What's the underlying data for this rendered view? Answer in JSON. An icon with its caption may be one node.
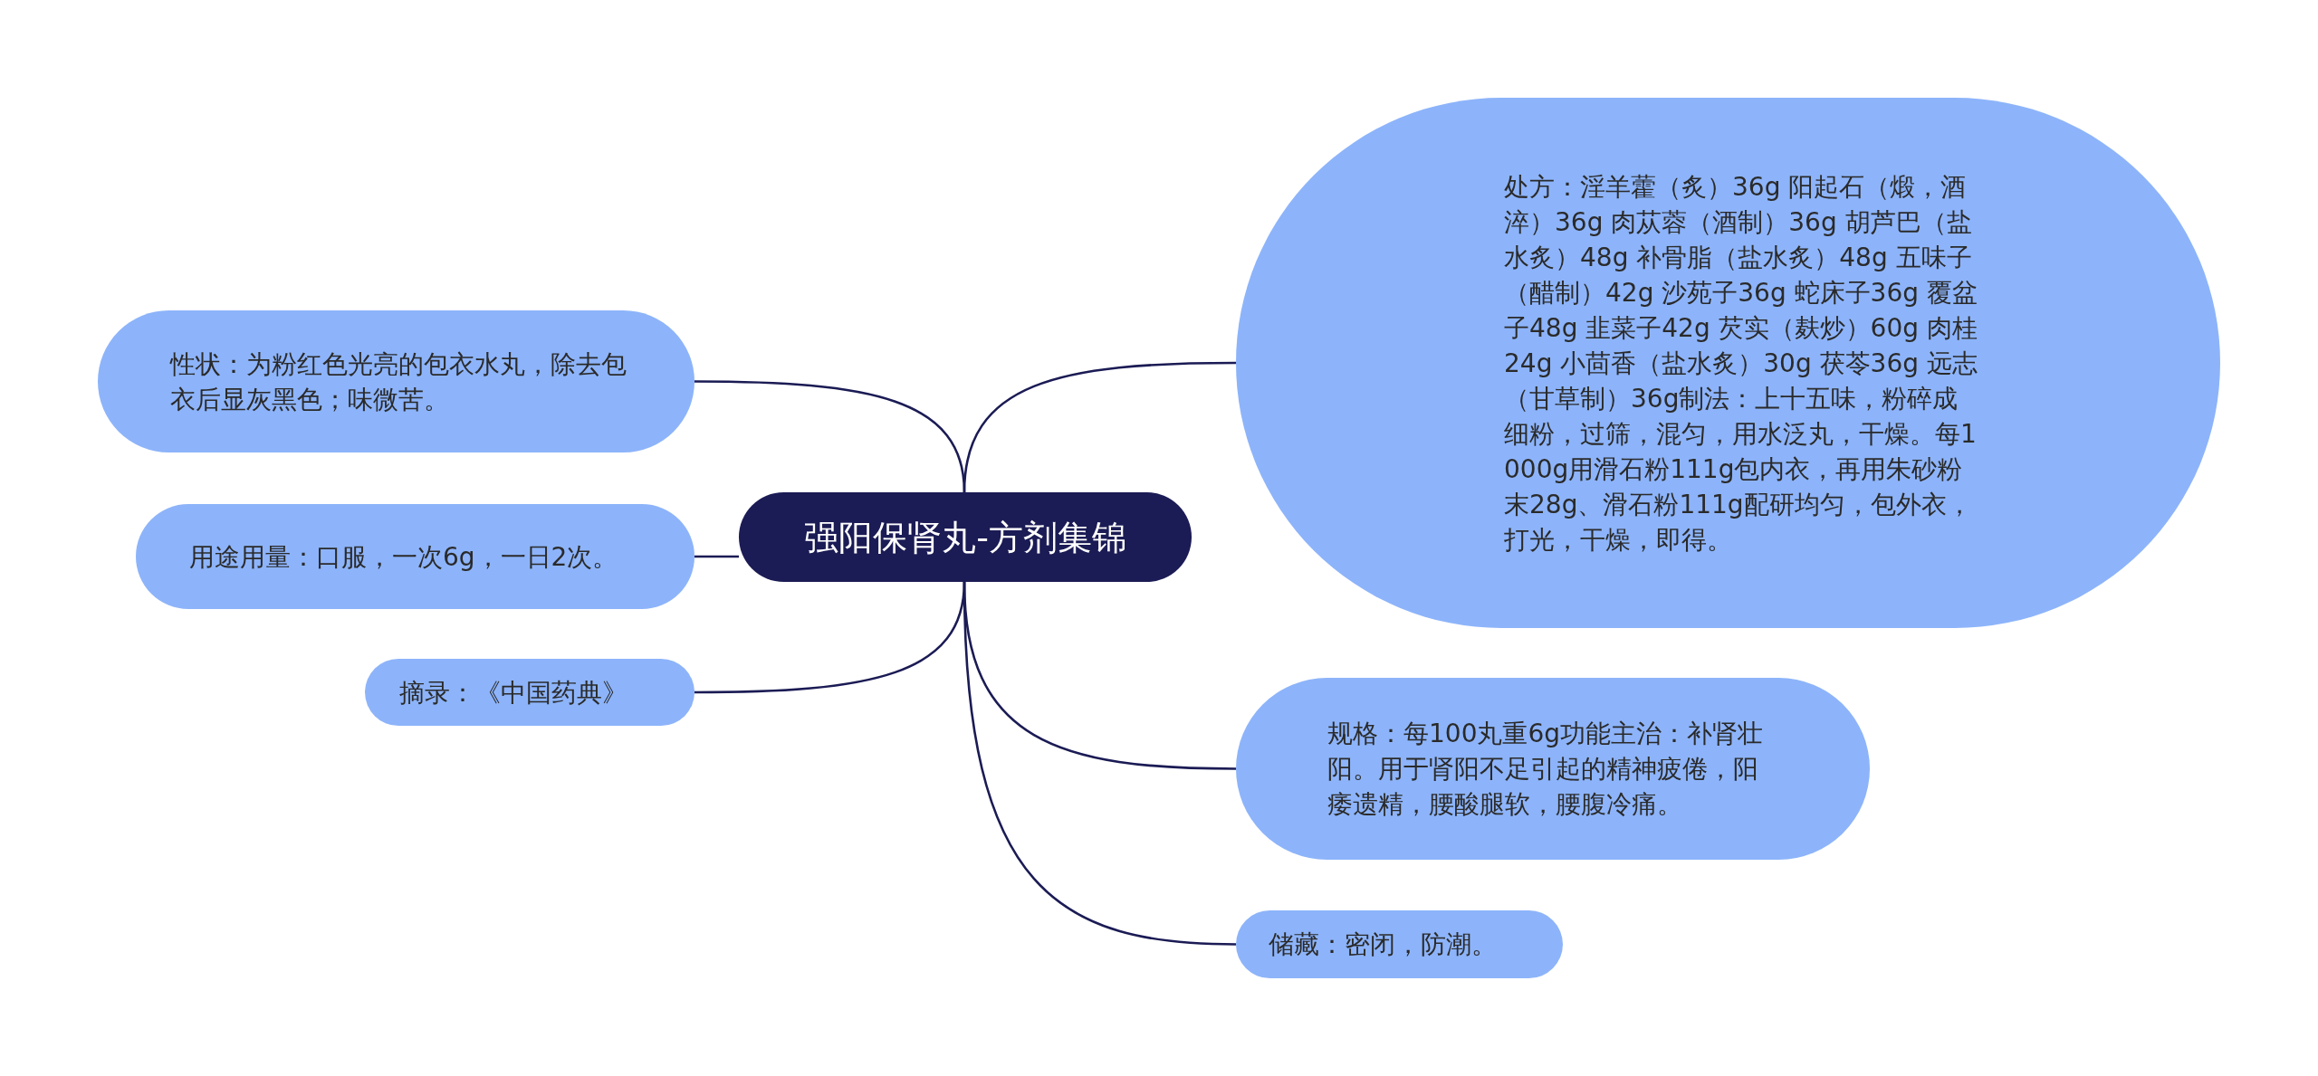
{
  "diagram": {
    "nodes": [
      {
        "text": [
          "强阳保肾丸-方剂集锦"
        ]
      },
      {
        "text": [
          "性状：为粉红色光亮的包衣水丸，除去包衣后显灰黑色；味微苦。"
        ]
      },
      {
        "text": [
          "用途用量：口服，一次6g，一日2次。"
        ]
      },
      {
        "text": [
          "摘录：《中国药典》"
        ]
      },
      {
        "text": [
          "处方：淫羊藿（炙）36g 阳起石（煅，酒淬）36g 肉苁蓉（酒制）36g 胡芦巴（盐水炙）48g 补骨脂（盐水炙）48g 五味子（醋制）42g 沙苑子36g 蛇床子36g 覆盆子48g 韭菜子42g 芡实（麸炒）60g 肉桂24g 小茴香（盐水炙）30g 茯苓36g 远志（甘草制）36g制法：上十五味，粉碎成细粉，过筛，混匀，用水泛丸，干燥。每1000g用滑石粉111g包内衣，再用朱砂粉末28g、滑石粉111g配研均匀，包外衣，打光，干燥，即得。"
        ]
      },
      {
        "text": [
          "规格：每100丸重6g功能主治：补肾壮阳。用于肾阳不足引起的精神疲倦，阳痿遗精，腰酸腿软，腰腹冷痛。"
        ]
      },
      {
        "text": [
          "储藏：密闭，防潮。"
        ]
      }
    ],
    "edges": [
      {
        "from": 0,
        "to": 1,
        "arrow": "none"
      },
      {
        "from": 0,
        "to": 2,
        "arrow": "none"
      },
      {
        "from": 0,
        "to": 3,
        "arrow": "none"
      },
      {
        "from": 0,
        "to": 4,
        "arrow": "none"
      },
      {
        "from": 0,
        "to": 5,
        "arrow": "none"
      },
      {
        "from": 0,
        "to": 6,
        "arrow": "none"
      }
    ]
  }
}
